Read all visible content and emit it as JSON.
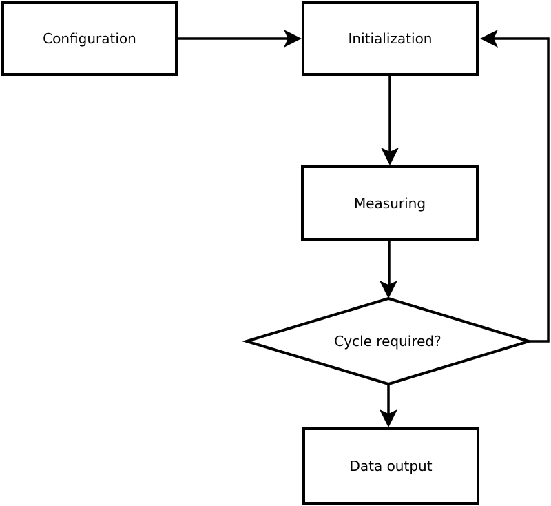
{
  "diagram": {
    "type": "flowchart",
    "colors": {
      "stroke": "#000000",
      "fill": "#ffffff",
      "text": "#000000"
    },
    "nodes": {
      "configuration": {
        "label": "Configuration",
        "shape": "rectangle"
      },
      "initialization": {
        "label": "Initialization",
        "shape": "rectangle"
      },
      "measuring": {
        "label": "Measuring",
        "shape": "rectangle"
      },
      "decision": {
        "label": "Cycle required?",
        "shape": "diamond"
      },
      "data_output": {
        "label": "Data output",
        "shape": "rectangle"
      }
    },
    "edges": [
      {
        "from": "configuration",
        "to": "initialization",
        "style": "arrow-right"
      },
      {
        "from": "initialization",
        "to": "measuring",
        "style": "arrow-down"
      },
      {
        "from": "measuring",
        "to": "decision",
        "style": "arrow-down"
      },
      {
        "from": "decision",
        "to": "data_output",
        "style": "arrow-down"
      },
      {
        "from": "decision",
        "to": "initialization",
        "style": "feedback-loop-right-up-left"
      }
    ]
  }
}
